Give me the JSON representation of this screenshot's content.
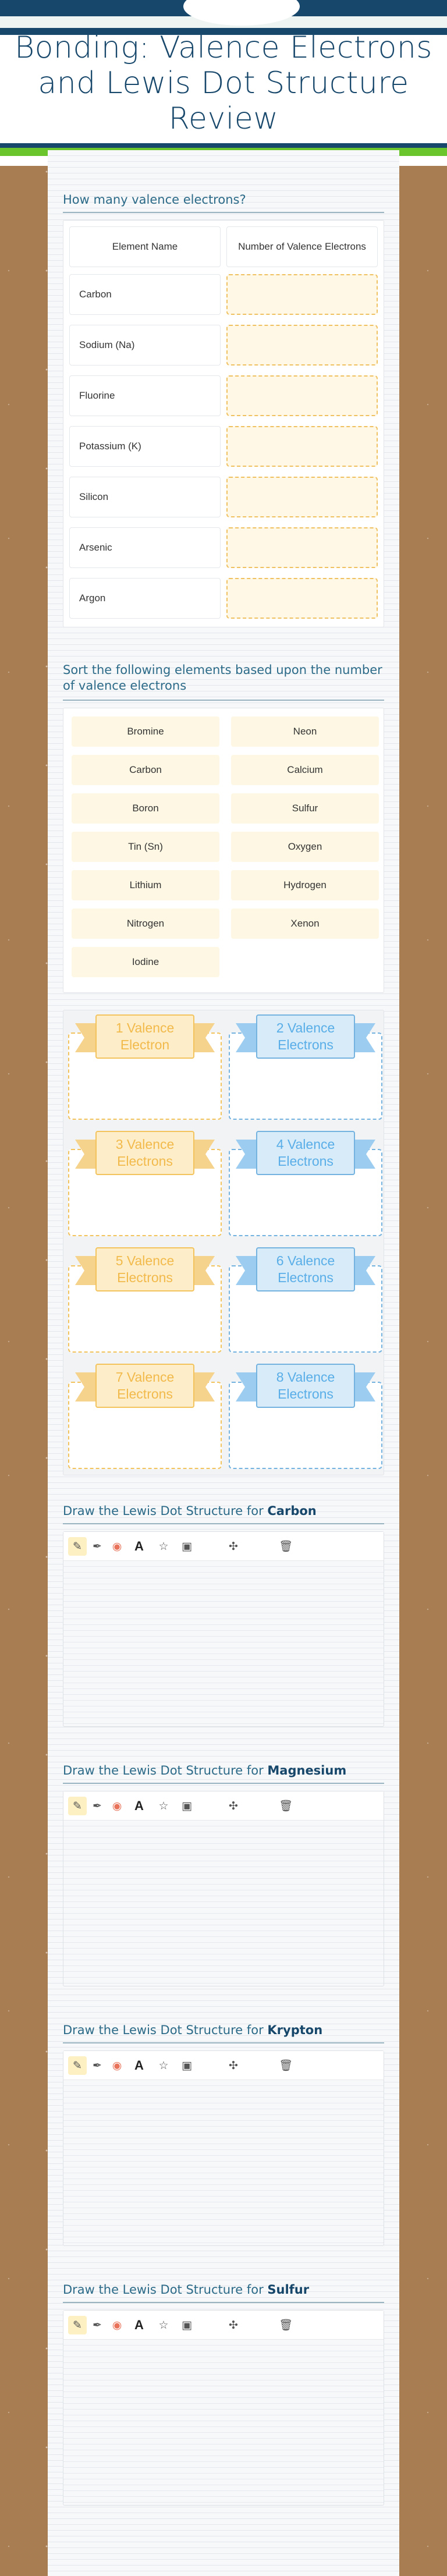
{
  "page": {
    "title": "Bonding: Valence Electrons and Lewis Dot Structure Review"
  },
  "table_section": {
    "title": "How many valence electrons?",
    "col_element": "Element Name",
    "col_count": "Number of Valence Electrons",
    "rows": [
      "Carbon",
      "Sodium (Na)",
      "Fluorine",
      "Potassium (K)",
      "Silicon",
      "Arsenic",
      "Argon"
    ]
  },
  "sort_section": {
    "title": "Sort the following elements based upon the number of valence electrons",
    "chips": [
      "Bromine",
      "Neon",
      "Carbon",
      "Calcium",
      "Boron",
      "Sulfur",
      "Tin (Sn)",
      "Oxygen",
      "Lithium",
      "Hydrogen",
      "Nitrogen",
      "Xenon",
      "Iodine"
    ]
  },
  "buckets": [
    {
      "label": "1 Valence Electron",
      "color": "#f2b94b"
    },
    {
      "label": "2 Valence Electrons",
      "color": "#5aaee8"
    },
    {
      "label": "3 Valence Electrons",
      "color": "#f2b94b"
    },
    {
      "label": "4 Valence Electrons",
      "color": "#5aaee8"
    },
    {
      "label": "5 Valence Electrons",
      "color": "#f2b94b"
    },
    {
      "label": "6 Valence Electrons",
      "color": "#5aaee8"
    },
    {
      "label": "7 Valence Electrons",
      "color": "#f2b94b"
    },
    {
      "label": "8 Valence Electrons",
      "color": "#5aaee8"
    }
  ],
  "draw_sections": [
    {
      "prefix": "Draw the Lewis Dot Structure for",
      "element": "Carbon"
    },
    {
      "prefix": "Draw the Lewis Dot Structure for",
      "element": "Magnesium"
    },
    {
      "prefix": "Draw the Lewis Dot Structure for",
      "element": "Krypton"
    },
    {
      "prefix": "Draw the Lewis Dot Structure for",
      "element": "Sulfur"
    }
  ],
  "toolbar": {
    "pencil": "✎",
    "pen": "✒",
    "color": "◉",
    "text": "A",
    "star": "☆",
    "image": "▣",
    "move": "✣",
    "trash": "🗑"
  },
  "colors": {
    "navy": "#17476b",
    "green": "#6ac52d",
    "yellow": "#f2b94b",
    "blue": "#5aaee8"
  }
}
